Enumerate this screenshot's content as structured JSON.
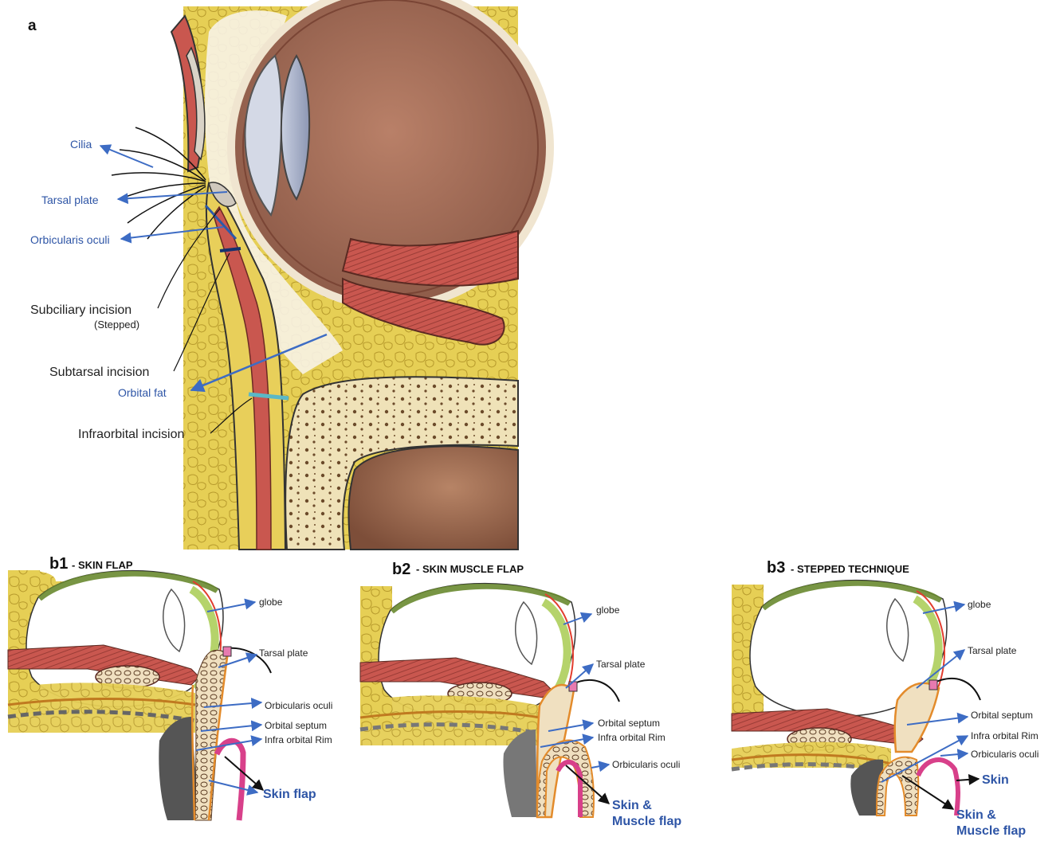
{
  "panel_a": {
    "letter": "a",
    "labels": {
      "cilia": "Cilia",
      "tarsal_plate": "Tarsal plate",
      "orbicularis_oculi": "Orbicularis oculi",
      "subciliary": "Subciliary incision",
      "stepped": "(Stepped)",
      "subtarsal": "Subtarsal incision",
      "orbital_fat": "Orbital fat",
      "infraorbital": "Infraorbital incision"
    }
  },
  "panel_b1": {
    "code": "b1",
    "title": "-  SKIN FLAP",
    "labels": {
      "globe": "globe",
      "tarsal_plate": "Tarsal plate",
      "orbicularis_oculi": "Orbicularis oculi",
      "orbital_septum": "Orbital septum",
      "infra_orbital_rim": "Infra orbital Rim",
      "skin_flap": "Skin flap"
    }
  },
  "panel_b2": {
    "code": "b2",
    "title": "- SKIN MUSCLE FLAP",
    "labels": {
      "globe": "globe",
      "tarsal_plate": "Tarsal plate",
      "orbital_septum": "Orbital septum",
      "infra_orbital_rim": "Infra orbital Rim",
      "orbicularis_oculi": "Orbicularis oculi",
      "skin_muscle_1": "Skin &",
      "skin_muscle_2": "Muscle flap"
    }
  },
  "panel_b3": {
    "code": "b3",
    "title": "- STEPPED TECHNIQUE",
    "labels": {
      "globe": "globe",
      "tarsal_plate": "Tarsal plate",
      "orbital_septum": "Orbital septum",
      "infra_orbital_rim": "Infra orbital Rim",
      "orbicularis_oculi": "Orbicularis oculi",
      "skin": "Skin",
      "skin_muscle_1": "Skin &",
      "skin_muscle_2": "Muscle flap"
    }
  },
  "colors": {
    "label_blue": "#2e55a6",
    "arrow_blue": "#3d6cc4",
    "label_dark": "#222222",
    "fat_yellow": "#e6cf55",
    "muscle_red": "#c9574f",
    "globe_brown": "#a5705a",
    "bone_beige": "#efe2b8",
    "septum_green": "#b5d36b",
    "lid_pink": "#d8408a"
  }
}
